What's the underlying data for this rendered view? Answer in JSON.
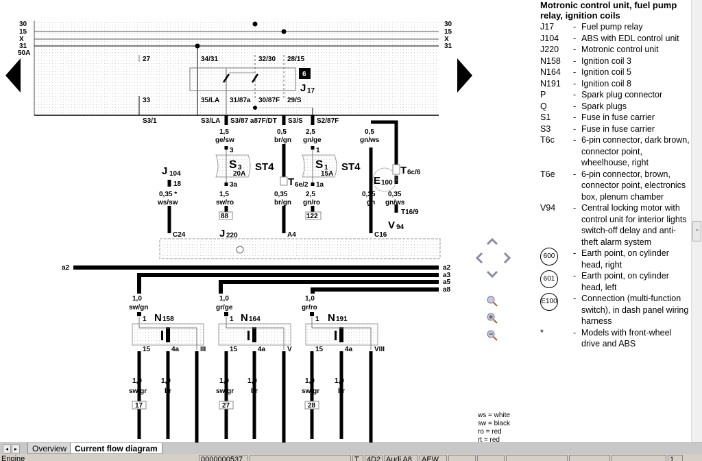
{
  "navigation": {
    "prev_page": "previous-page",
    "next_page": "next-page"
  },
  "bus": {
    "terminals": [
      "30",
      "15",
      "X",
      "31",
      "50A"
    ]
  },
  "relay": {
    "name": "J",
    "sub": "17",
    "badge": "6",
    "pins_top": [
      "27",
      "34/31",
      "32/30",
      "28/15"
    ],
    "pins_bottom": [
      "33",
      "35/LA",
      "31/87a",
      "30/87F",
      "29/S"
    ]
  },
  "connectors_bottom": [
    "S3/1",
    "S3/LA",
    "S3/87 a87F/DT",
    "S3/S",
    "S2/87F"
  ],
  "wires_upper": [
    {
      "size": "1,5",
      "color": "ge/sw"
    },
    {
      "size": "0,5",
      "color": "br/gn"
    },
    {
      "size": "2,5",
      "color": "gn/ge"
    },
    {
      "size": "0,5",
      "color": "gn/ws"
    }
  ],
  "fuses": [
    {
      "name": "S",
      "sub": "3",
      "rating": "20A",
      "carrier": "ST4",
      "pin_in": "3",
      "pin_out": "3a"
    },
    {
      "name": "S",
      "sub": "1",
      "rating": "15A",
      "carrier": "ST4",
      "pin_in": "1",
      "pin_out": "1a"
    }
  ],
  "connectors_mid": {
    "t6e": "T",
    "t6e_sub": "6e/2",
    "t6c": "T",
    "t6c_sub": "6c/6",
    "e100": "E",
    "e100_sub": "100",
    "t16": "T16/9",
    "v94": "V",
    "v94_sub": "94",
    "j104": "J",
    "j104_sub": "104",
    "j104_pin": "18"
  },
  "wires_lower": [
    {
      "size": "0,35 *",
      "color": "ws/sw"
    },
    {
      "size": "1,5",
      "color": "sw/ro",
      "ref": "88"
    },
    {
      "size": "0,35",
      "color": "br/gn"
    },
    {
      "size": "2,5",
      "color": "gn/ro",
      "ref": "122"
    },
    {
      "size": "0,35",
      "color": "gn"
    },
    {
      "size": "0,35",
      "color": "gn/ws"
    }
  ],
  "ecu": {
    "name": "J",
    "sub": "220",
    "pins": [
      "C24",
      "A4",
      "C16"
    ]
  },
  "harness": [
    "a2",
    "a2",
    "a3",
    "a5",
    "a8"
  ],
  "coils": [
    {
      "name": "N",
      "sub": "158",
      "in_size": "1,0",
      "in_color": "sw/gn",
      "pins": [
        "1",
        "15",
        "4a",
        "III"
      ],
      "out_size": "1,0",
      "out_color": "sw/gr",
      "out2_size": "1,0",
      "out2_color": "br",
      "ref": "17"
    },
    {
      "name": "N",
      "sub": "164",
      "in_size": "1,0",
      "in_color": "gr/ge",
      "pins": [
        "1",
        "15",
        "4a",
        "V"
      ],
      "out_size": "1,0",
      "out_color": "sw/gr",
      "out2_size": "1,0",
      "out2_color": "br",
      "ref": "27"
    },
    {
      "name": "N",
      "sub": "191",
      "in_size": "1,0",
      "in_color": "gr/ro",
      "pins": [
        "1",
        "15",
        "4a",
        "VIII"
      ],
      "out_size": "1,0",
      "out_color": "sw/gr",
      "out2_size": "1,0",
      "out2_color": "br",
      "ref": "28"
    }
  ],
  "color_key": [
    "ws = white",
    "sw = black",
    "ro = red",
    "rt = red"
  ],
  "legend": {
    "title": "Motronic control unit, fuel pump relay, ignition coils",
    "items": [
      {
        "code": "J17",
        "text": "Fuel pump relay"
      },
      {
        "code": "J104",
        "text": "ABS with EDL control unit"
      },
      {
        "code": "J220",
        "text": "Motronic control unit"
      },
      {
        "code": "N158",
        "text": "Ignition coil 3"
      },
      {
        "code": "N164",
        "text": "Ignition coil 5"
      },
      {
        "code": "N191",
        "text": "Ignition coil 8"
      },
      {
        "code": "P",
        "text": "Spark plug connector"
      },
      {
        "code": "Q",
        "text": "Spark plugs"
      },
      {
        "code": "S1",
        "text": "Fuse in fuse carrier"
      },
      {
        "code": "S3",
        "text": "Fuse in fuse carrier"
      },
      {
        "code": "T6c",
        "text": "6-pin connector, dark brown, connector point, wheelhouse, right"
      },
      {
        "code": "T6e",
        "text": "6-pin connector, brown, connector point, electronics box, plenum chamber"
      },
      {
        "code": "V94",
        "text": "Central locking motor with control unit for interior lights switch-off delay and anti-theft alarm system"
      },
      {
        "code": "600",
        "text": "Earth point, on cylinder head, right"
      },
      {
        "code": "601",
        "text": "Earth point, on cylinder head, left"
      },
      {
        "code": "E100",
        "text": "Connection (multi-function switch), in dash panel wiring harness"
      },
      {
        "code": "*",
        "text": "Models with front-wheel drive and ABS"
      }
    ]
  },
  "tabs": [
    {
      "label": "Overview"
    },
    {
      "label": "Current flow diagram"
    }
  ],
  "status": {
    "section": "Engine",
    "doc_no": "0000000537",
    "f1": "T",
    "f2": "4D2",
    "model": "Audi A8",
    "engine": "AEW",
    "page": "1"
  }
}
